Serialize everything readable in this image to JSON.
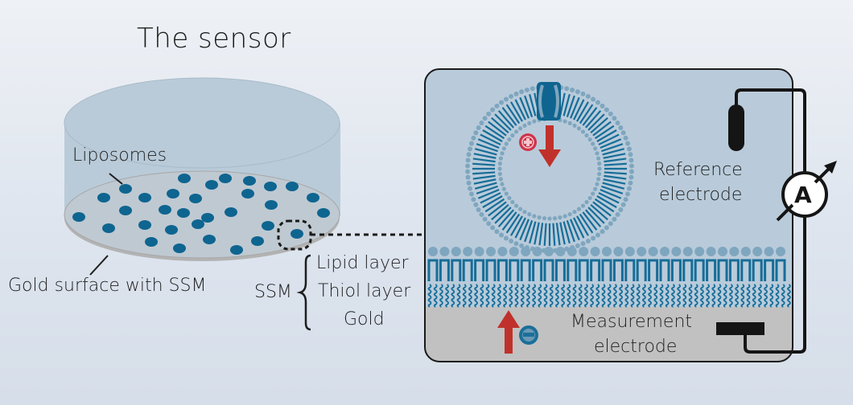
{
  "title": "The sensor",
  "labels": {
    "liposomes": "Liposomes",
    "gold_surface": "Gold surface with SSM",
    "ssm": "SSM",
    "ssm_layers": [
      "Lipid layer",
      "Thiol layer",
      "Gold"
    ],
    "reference_electrode": [
      "Reference",
      "electrode"
    ],
    "measurement_electrode": [
      "Measurement",
      "electrode"
    ],
    "ammeter": "A"
  },
  "ions": {
    "cation_symbol": "+",
    "anion_symbol": "−"
  },
  "colors": {
    "liposome": "#0e6590",
    "membrane": "#166d98",
    "headgroup": "#7fa6bf",
    "arrow": "#c0312b",
    "cation": "#d0344a",
    "chamber": "#b9cbda",
    "gold": "#c1c1c1",
    "wire": "#151515"
  }
}
